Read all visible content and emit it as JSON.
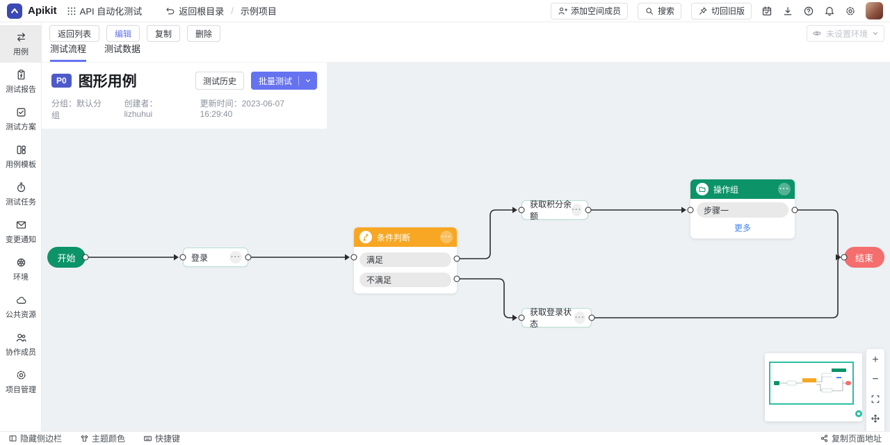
{
  "topbar": {
    "brand": "Apikit",
    "workspace": "API 自动化测试",
    "back_root": "返回根目录",
    "breadcrumb_sep": "/",
    "project": "示例项目",
    "add_member": "添加空间成员",
    "search": "搜索",
    "switch_old": "切回旧版"
  },
  "sidebar": {
    "items": [
      {
        "label": "用例",
        "active": true
      },
      {
        "label": "测试报告"
      },
      {
        "label": "测试方案"
      },
      {
        "label": "用例模板"
      },
      {
        "label": "测试任务"
      },
      {
        "label": "变更通知"
      },
      {
        "label": "环境"
      },
      {
        "label": "公共资源"
      },
      {
        "label": "协作成员"
      },
      {
        "label": "项目管理"
      }
    ]
  },
  "toolbar": {
    "back_list": "返回列表",
    "edit": "编辑",
    "copy": "复制",
    "delete": "删除",
    "env_placeholder": "未设置环境"
  },
  "tabs": {
    "flow": "测试流程",
    "data": "测试数据"
  },
  "case_header": {
    "priority": "P0",
    "title": "图形用例",
    "history": "测试历史",
    "batch_test": "批量测试",
    "meta": {
      "group": "分组：默认分组",
      "creator": "创建者：lizhuhui",
      "updated": "更新时间：2023-06-07 16:29:40"
    }
  },
  "flow": {
    "start": "开始",
    "login": "登录",
    "condition": "条件判断",
    "branch_true": "满足",
    "branch_false": "不满足",
    "get_points": "获取积分余额",
    "get_login_status": "获取登录状态",
    "op_group": "操作组",
    "step1": "步骤一",
    "more": "更多",
    "end": "结束",
    "more_icon": "···"
  },
  "controls": {
    "zoom_in": "+",
    "zoom_out": "−",
    "layout": "A"
  },
  "statusbar": {
    "hide_sidebar": "隐藏侧边栏",
    "theme": "主题颜色",
    "shortcut": "快捷键",
    "copy_url": "复制页面地址"
  },
  "colors": {
    "primary_purple": "#6673f0",
    "priority_badge": "#4e5ac8",
    "node_green": "#0c9368",
    "node_orange": "#f7a723",
    "node_red": "#f56e6e",
    "minimap_teal": "#2cbfa4",
    "link_blue": "#4185f4",
    "canvas_bg": "#edf1f4"
  }
}
